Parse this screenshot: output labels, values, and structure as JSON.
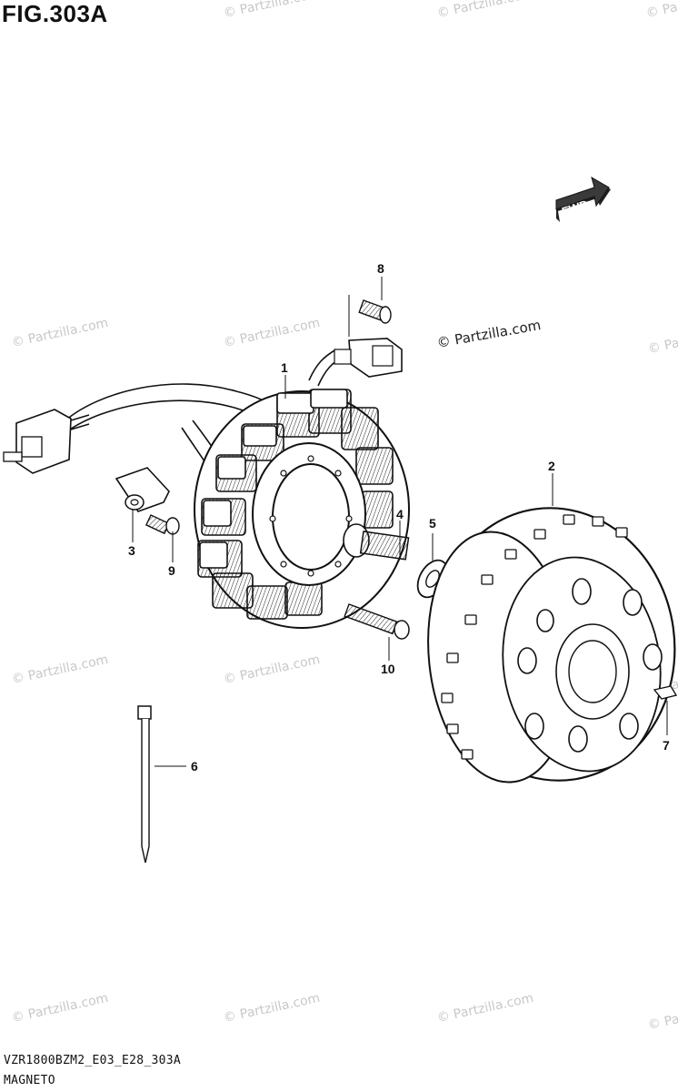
{
  "figure": {
    "title": "FIG.303A",
    "code": "VZR1800BZM2_E03_E28_303A",
    "caption": "MAGNETO",
    "fwd_label": "FWD"
  },
  "watermark": {
    "text": "© Partzilla.com"
  },
  "callouts": [
    {
      "id": "1",
      "label": "1",
      "part": "stator"
    },
    {
      "id": "2",
      "label": "2",
      "part": "rotor"
    },
    {
      "id": "3",
      "label": "3",
      "part": "clamp"
    },
    {
      "id": "4",
      "label": "4",
      "part": "bolt"
    },
    {
      "id": "5",
      "label": "5",
      "part": "washer"
    },
    {
      "id": "6",
      "label": "6",
      "part": "cable-tie"
    },
    {
      "id": "7",
      "label": "7",
      "part": "key"
    },
    {
      "id": "8",
      "label": "8",
      "part": "bolt"
    },
    {
      "id": "9",
      "label": "9",
      "part": "bolt"
    },
    {
      "id": "10",
      "label": "10",
      "part": "bolt"
    }
  ]
}
